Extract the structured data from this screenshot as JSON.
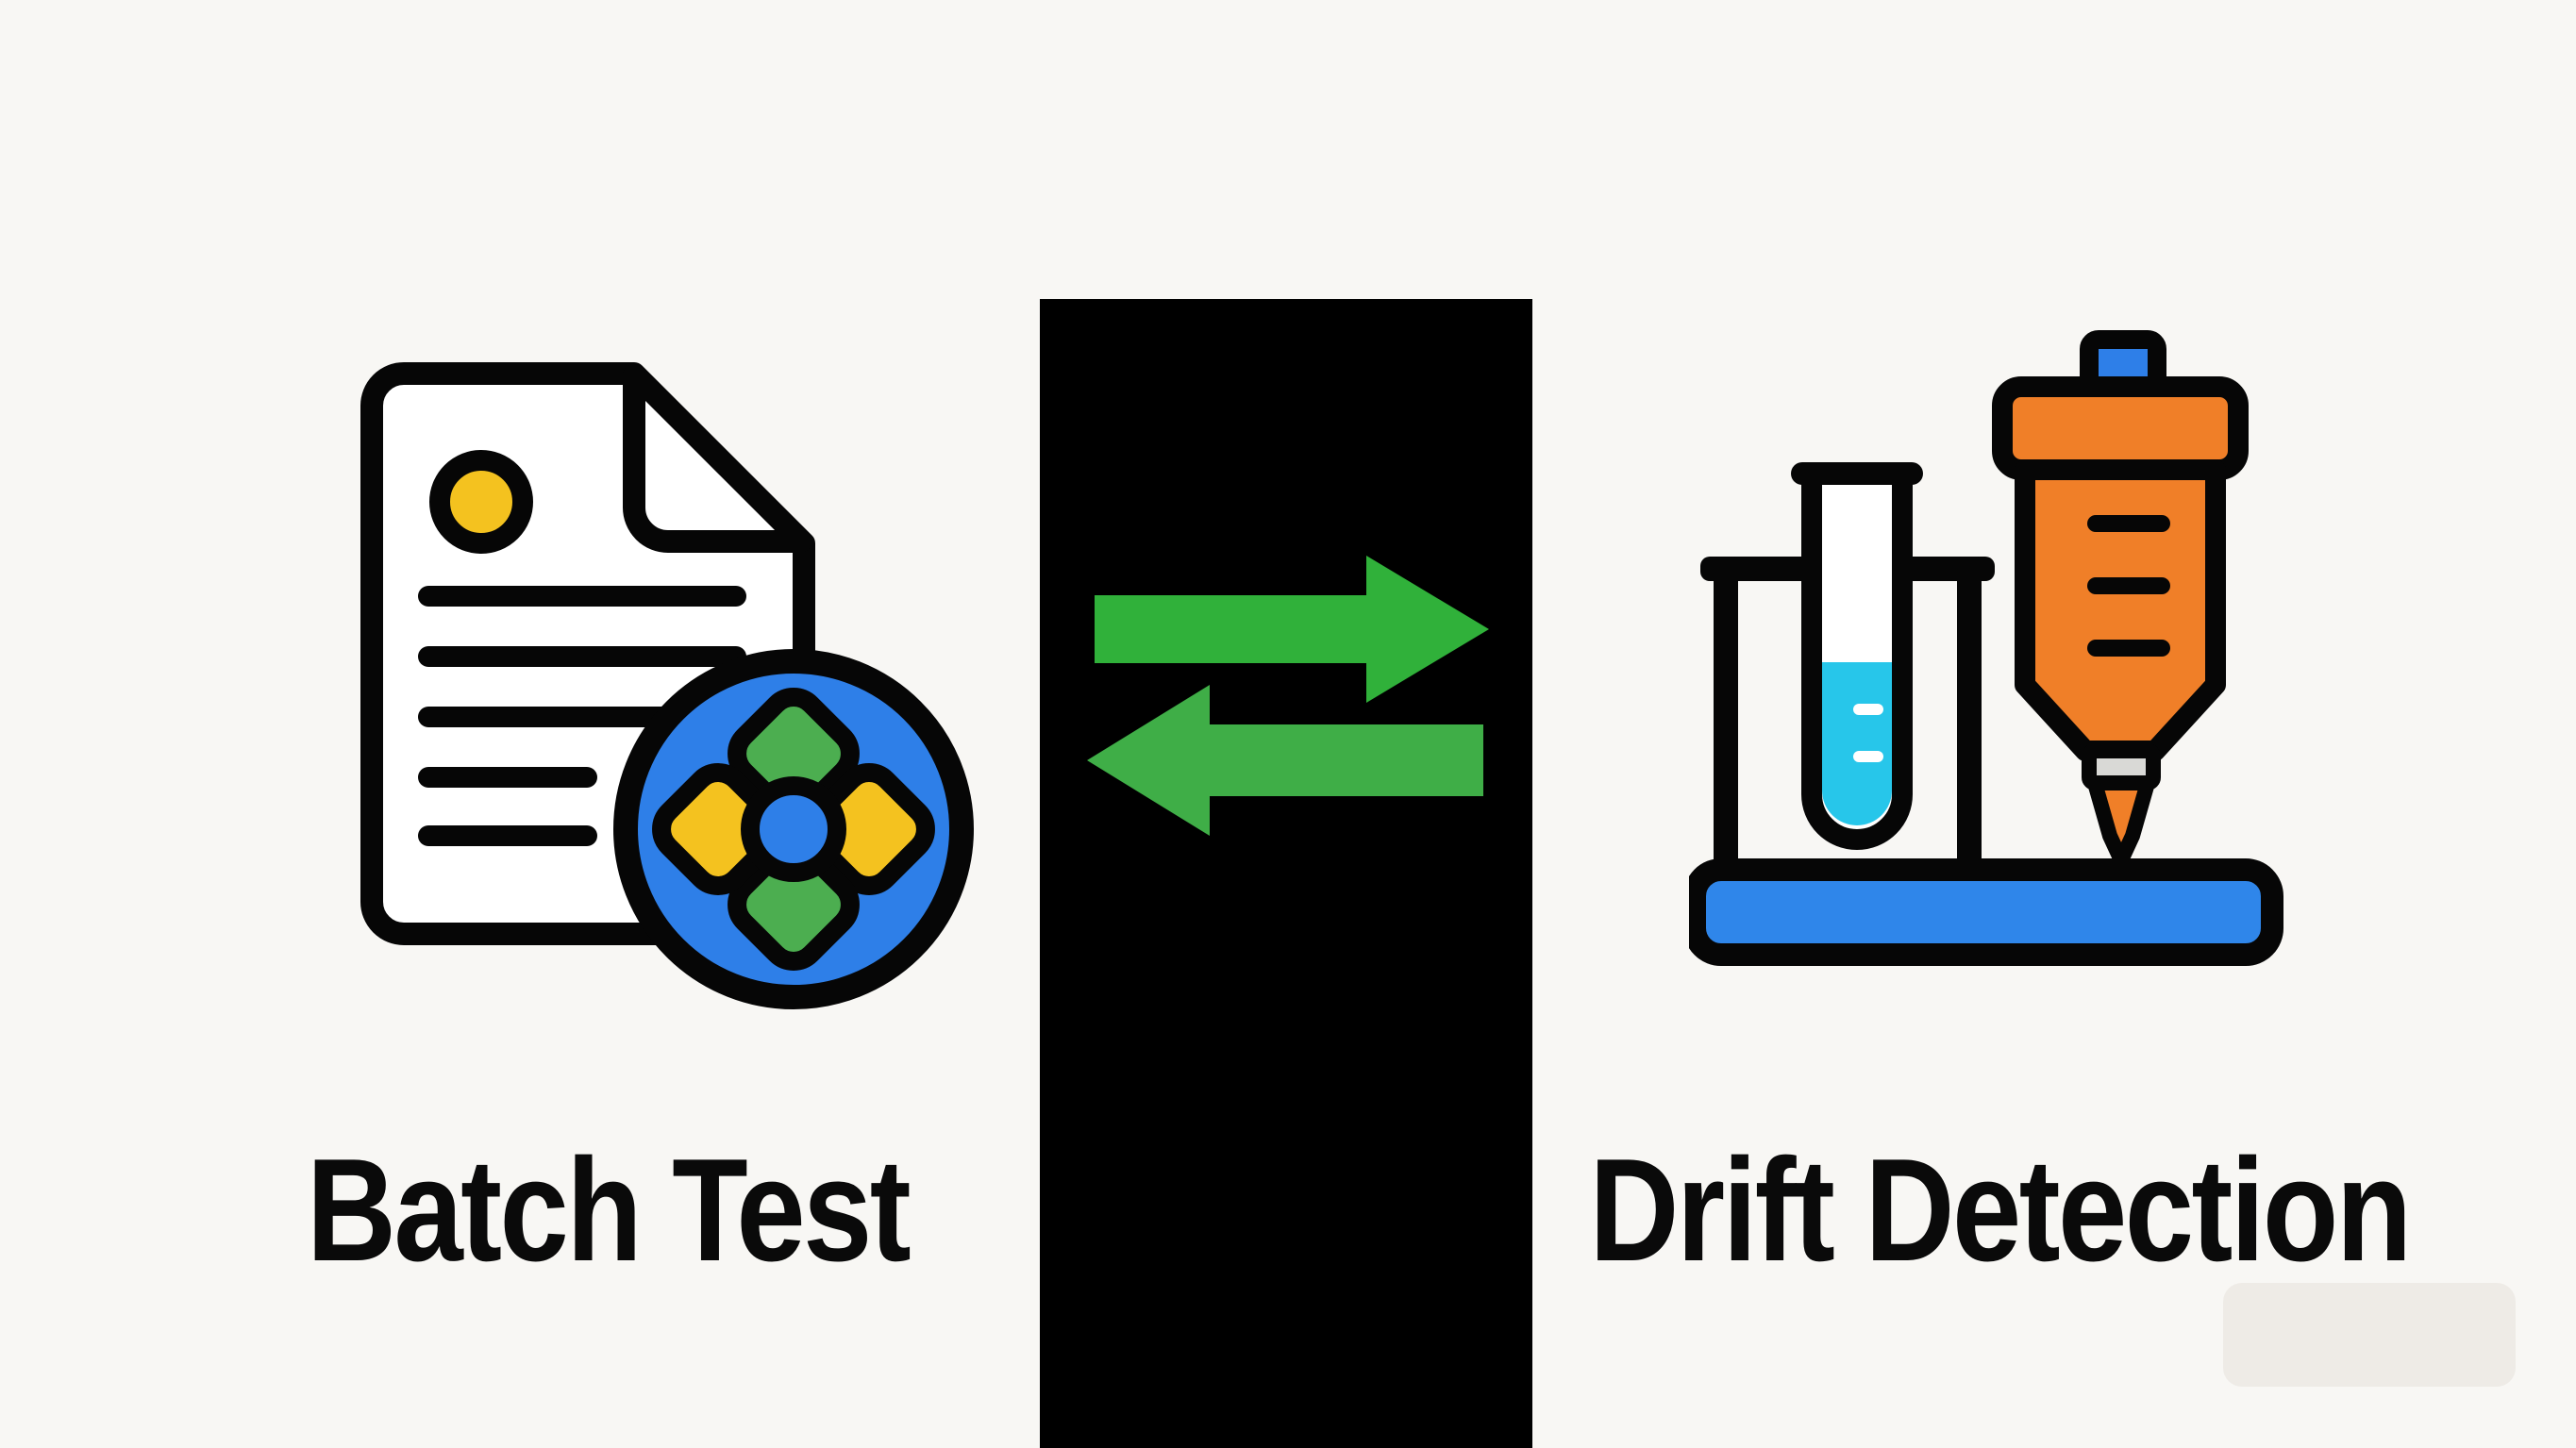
{
  "title": "Batch Test vs Drift Detection",
  "colors": {
    "background": "#f8f7f4",
    "ink": "#060606",
    "panel_black": "#000000",
    "arrow_green": "#30b13a",
    "arrow_green_2": "#3fae47",
    "leaf_green": "#4cae50",
    "badge_blue": "#2e7fe8",
    "accent_yellow": "#f4c21f",
    "orange": "#f07f28",
    "cyan": "#27c6ea",
    "base_blue": "#2f86ea",
    "metal_gray": "#d9d9d6",
    "paper_white": "#ffffff",
    "watermark": "#eeebe6"
  },
  "left_panel": {
    "label": "Batch Test",
    "icons": [
      "document-icon",
      "ml-flower-badge-icon"
    ]
  },
  "divider": {
    "icons": [
      "swap-arrows-icon"
    ]
  },
  "right_panel": {
    "label": "Drift Detection",
    "icons": [
      "lab-test-icon"
    ]
  }
}
